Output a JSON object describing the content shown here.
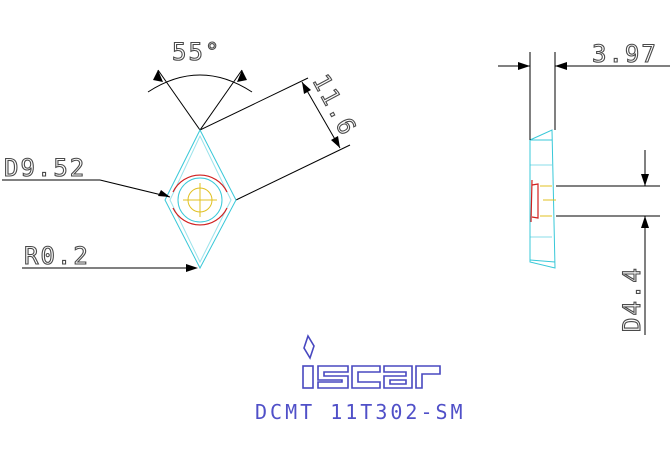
{
  "dimensions": {
    "angle": "55°",
    "edge_length": "11.6",
    "inscribed_circle": "D9.52",
    "corner_radius": "R0.2",
    "thickness": "3.97",
    "hole_diameter": "D4.4"
  },
  "part_number": "DCMT 11T302-SM",
  "brand": "iscar",
  "colors": {
    "outline": "#38c8d8",
    "hole": "#d02020",
    "center": "#e0c020",
    "dimension": "#000000",
    "text": "#4a4a4a",
    "brand": "#4848c0"
  }
}
